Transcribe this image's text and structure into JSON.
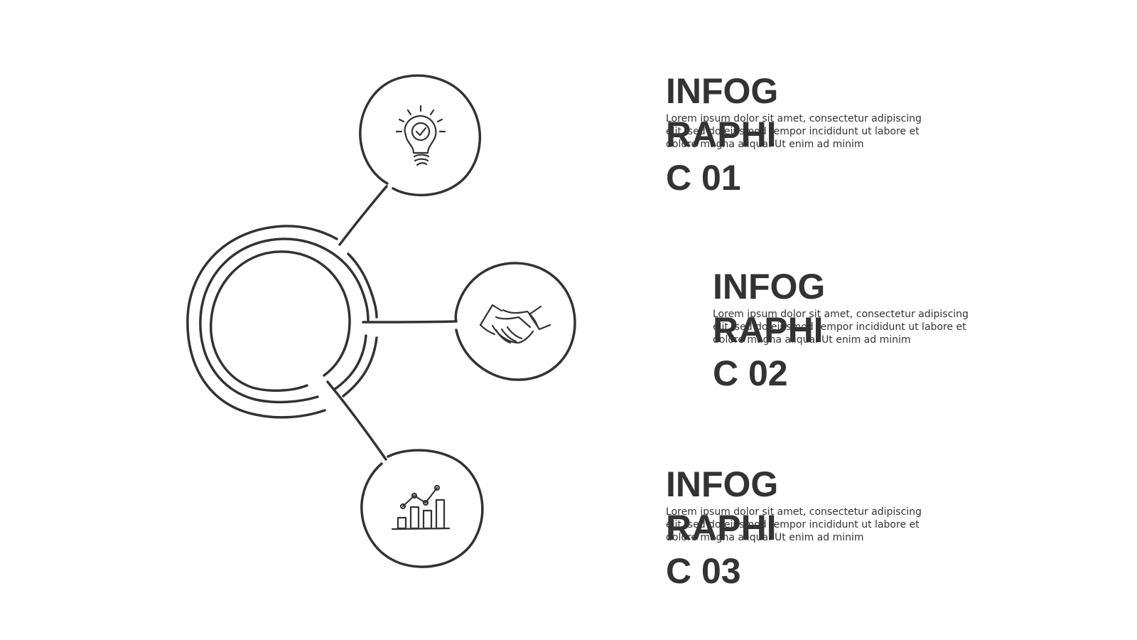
{
  "items": [
    {
      "title": "INFOGRAPHIC 01",
      "body": "Lorem ipsum dolor sit amet, consectetur adipiscing elit, sed do eiusmod tempor incididunt ut labore et dolore magna aliqua. Ut enim ad minim",
      "icon": "lightbulb-check-icon"
    },
    {
      "title": "INFOGRAPHIC 02",
      "body": "Lorem ipsum dolor sit amet, consectetur adipiscing elit, sed do eiusmod tempor incididunt ut labore et dolore magna aliqua. Ut enim ad minim",
      "icon": "handshake-icon"
    },
    {
      "title": "INFOGRAPHIC 03",
      "body": "Lorem ipsum dolor sit amet, consectetur adipiscing elit, sed do eiusmod tempor incididunt ut labore et dolore magna aliqua. Ut enim ad minim",
      "icon": "bar-chart-growth-icon"
    }
  ],
  "colors": {
    "ink": "#333333",
    "background": "#ffffff"
  }
}
